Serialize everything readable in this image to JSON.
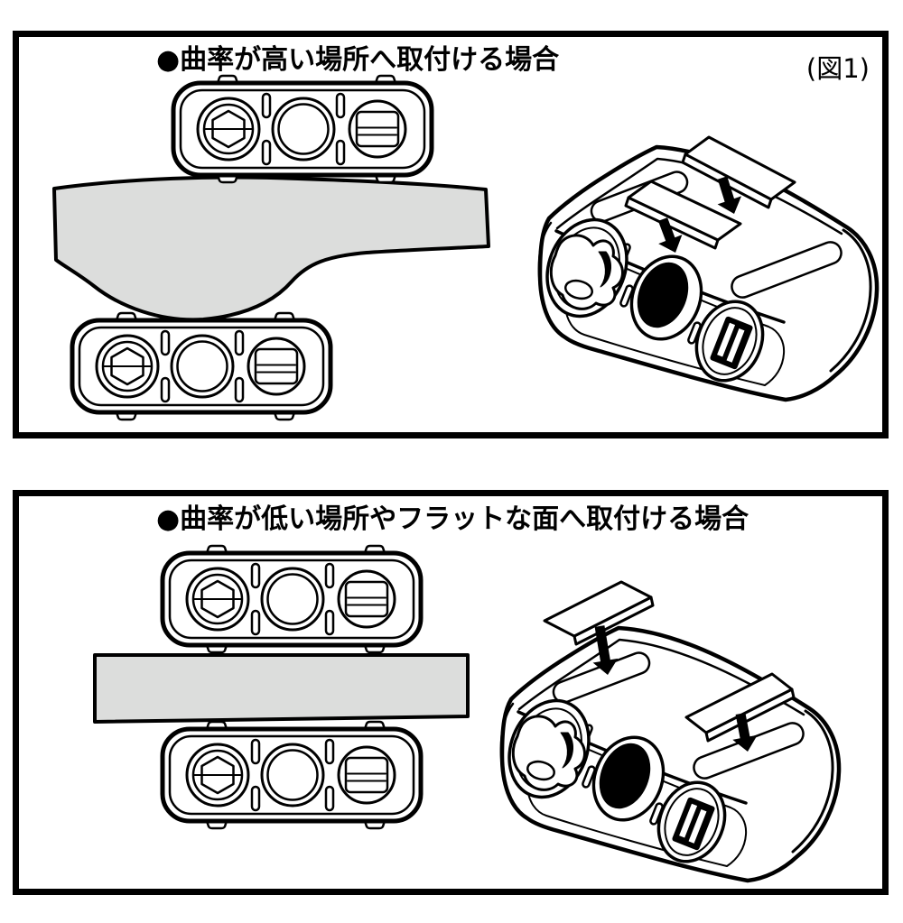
{
  "figure_label": "(図1)",
  "panels": [
    {
      "title": "●曲率が高い場所へ取付ける場合",
      "description_parts": [
        "device-front-top-view",
        "curved-mounting-surface-cross-section",
        "device-front-bottom-view",
        "device-isometric-view",
        "adhesive-pad",
        "adhesive-pad",
        "attach-arrow",
        "attach-arrow"
      ]
    },
    {
      "title": "●曲率が低い場所やフラットな面へ取付ける場合",
      "description_parts": [
        "device-front-top-view",
        "flat-mounting-surface-cross-section",
        "device-front-bottom-view",
        "device-isometric-view",
        "adhesive-pad",
        "adhesive-pad",
        "attach-arrow",
        "attach-arrow"
      ]
    }
  ],
  "colors": {
    "line": "#000000",
    "surface_fill": "#dcdddc",
    "background": "#ffffff"
  }
}
